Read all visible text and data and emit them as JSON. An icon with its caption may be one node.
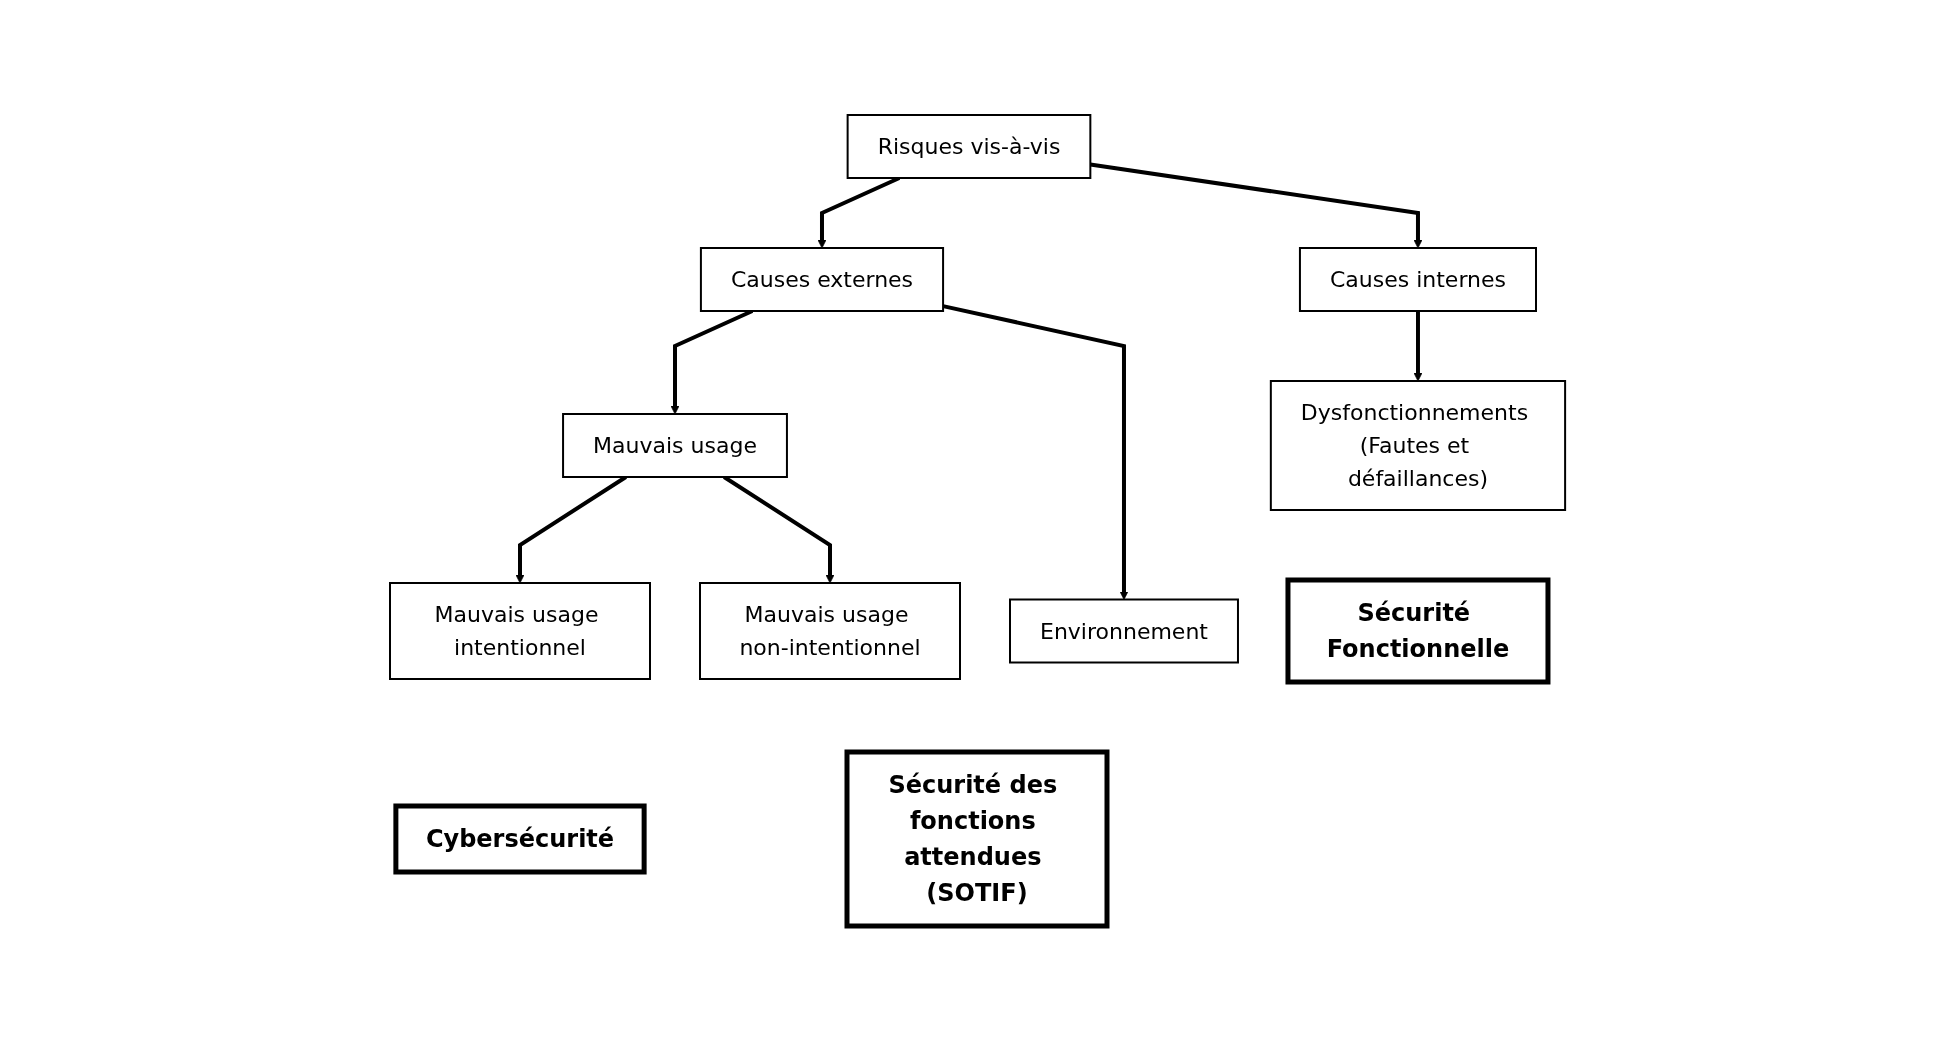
{
  "diagram": {
    "nodes": [
      {
        "text": [
          "Risques vis-à-vis"
        ]
      },
      {
        "text": [
          "Causes internes"
        ]
      },
      {
        "text": [
          "Causes externes"
        ]
      },
      {
        "text": [
          "Mauvais usage"
        ]
      },
      {
        "text": [
          "Dysfonctionnements (Fautes et défaillances)"
        ]
      },
      {
        "text": [
          "Mauvais usage intentionnel"
        ]
      },
      {
        "text": [
          "Mauvais usage non-intentionnel"
        ]
      },
      {
        "text": [
          "Environnement"
        ]
      },
      {
        "text": [
          "Sécurité Fonctionnelle"
        ]
      },
      {
        "text": [
          "Cybersécurité"
        ]
      },
      {
        "text": [
          "Sécurité des fonctions attendues (SOTIF)"
        ]
      }
    ],
    "edges": [
      {
        "from": 0,
        "to": 1,
        "arrow": "to"
      },
      {
        "from": 0,
        "to": 2,
        "arrow": "to"
      },
      {
        "from": 1,
        "to": 4,
        "arrow": "to"
      },
      {
        "from": 2,
        "to": 3,
        "arrow": "to"
      },
      {
        "from": 3,
        "to": 5,
        "arrow": "to"
      },
      {
        "from": 3,
        "to": 6,
        "arrow": "to"
      },
      {
        "from": 2,
        "to": 7,
        "arrow": "to"
      }
    ]
  }
}
